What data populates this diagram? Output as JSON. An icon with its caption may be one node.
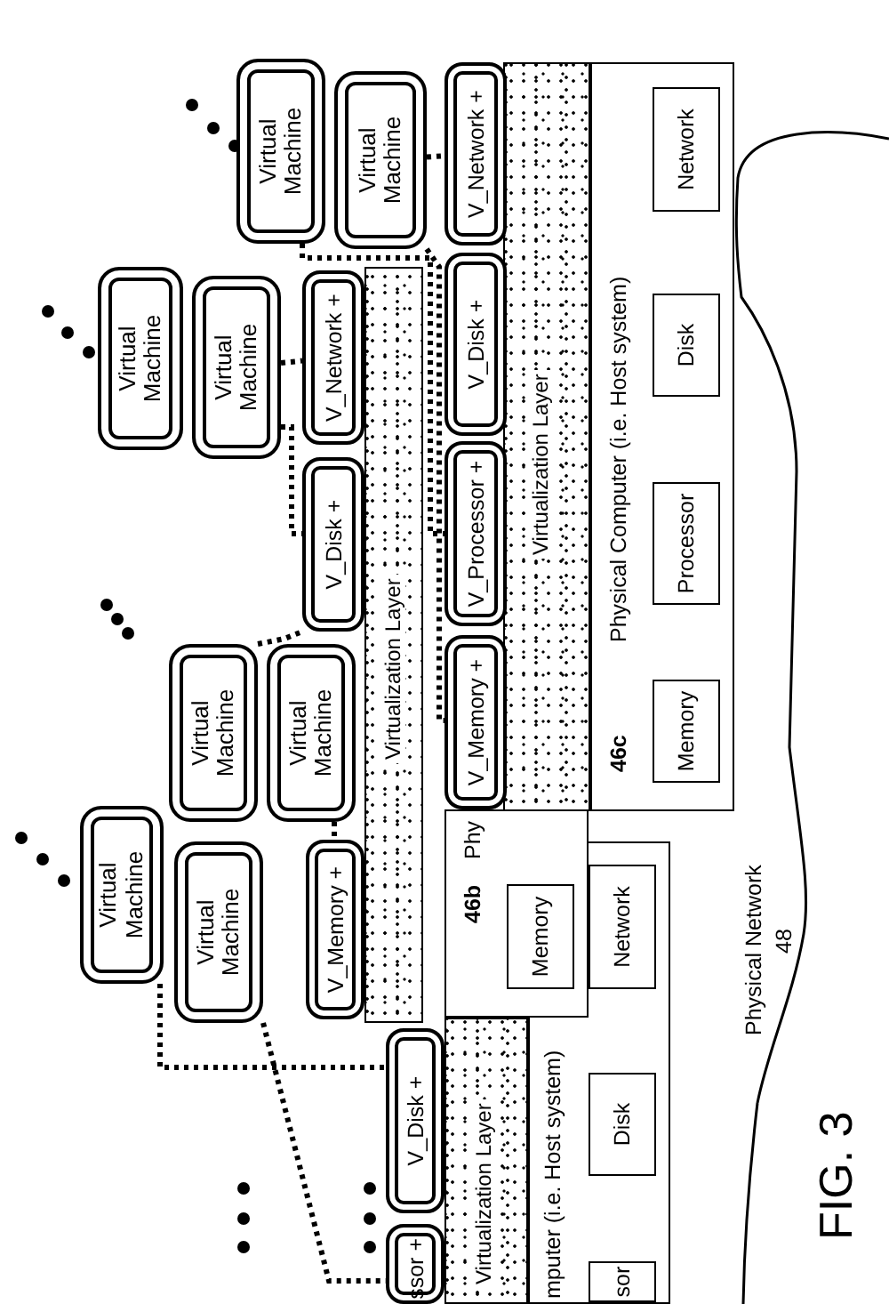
{
  "diagram": {
    "caption": "FIG. 3",
    "nodes": [
      {
        "text": [
          "Virtual Machine"
        ]
      },
      {
        "text": [
          "Virtual Machine"
        ]
      },
      {
        "text": [
          "Virtual Machine"
        ]
      },
      {
        "text": [
          "Virtual Machine"
        ]
      },
      {
        "text": [
          "Virtual Machine"
        ]
      },
      {
        "text": [
          "Virtual Machine"
        ]
      },
      {
        "text": [
          "Virtual Machine"
        ]
      },
      {
        "text": [
          "Virtual Machine"
        ]
      },
      {
        "text": [
          "Virtualization Layer"
        ]
      },
      {
        "text": [
          "Physical Computer (i.e. Host system)",
          "46c"
        ]
      },
      {
        "text": [
          "Network"
        ],
        "in": 9
      },
      {
        "text": [
          "Disk"
        ],
        "in": 9
      },
      {
        "text": [
          "Processor"
        ],
        "in": 9
      },
      {
        "text": [
          "Memory"
        ],
        "in": 9
      },
      {
        "text": [
          "V_Network +"
        ]
      },
      {
        "text": [
          "V_Disk +"
        ]
      },
      {
        "text": [
          "V_Processor +"
        ]
      },
      {
        "text": [
          "V_Memory +"
        ]
      },
      {
        "text": [
          "V_Network +"
        ]
      },
      {
        "text": [
          "V_Disk +"
        ]
      },
      {
        "text": [
          "V_Memory +"
        ]
      },
      {
        "text": [
          "Virtualization Layer"
        ]
      },
      {
        "text": [
          "Phy",
          "46b"
        ]
      },
      {
        "text": [
          "Memory"
        ],
        "in": 22
      },
      {
        "text": [
          "V_Disk +"
        ]
      },
      {
        "text": [
          "ssor +"
        ]
      },
      {
        "text": [
          "Virtualization Layer"
        ]
      },
      {
        "text": [
          "mputer (i.e. Host system)"
        ]
      },
      {
        "text": [
          "Network"
        ],
        "in": 27
      },
      {
        "text": [
          "Disk"
        ],
        "in": 27
      },
      {
        "text": [
          "sor"
        ],
        "in": 27
      },
      {
        "text": [
          "Physical Network",
          "48"
        ]
      }
    ],
    "edges": [
      {
        "from": 1,
        "to": 14,
        "arrow": "none",
        "style": "dashed"
      },
      {
        "from": 1,
        "to": 17,
        "arrow": "none",
        "style": "dashed"
      },
      {
        "from": 0,
        "to": 16,
        "arrow": "none",
        "style": "dashed"
      },
      {
        "from": 3,
        "to": 18,
        "arrow": "none",
        "style": "dashed"
      },
      {
        "from": 3,
        "to": 19,
        "arrow": "none",
        "style": "dashed"
      },
      {
        "from": 5,
        "to": 20,
        "arrow": "none",
        "style": "dashed"
      },
      {
        "from": 4,
        "to": 19,
        "arrow": "none",
        "style": "dashed"
      },
      {
        "from": 7,
        "to": 25,
        "arrow": "none",
        "style": "dashed"
      },
      {
        "from": 6,
        "to": 24,
        "arrow": "none",
        "style": "dashed"
      }
    ]
  }
}
